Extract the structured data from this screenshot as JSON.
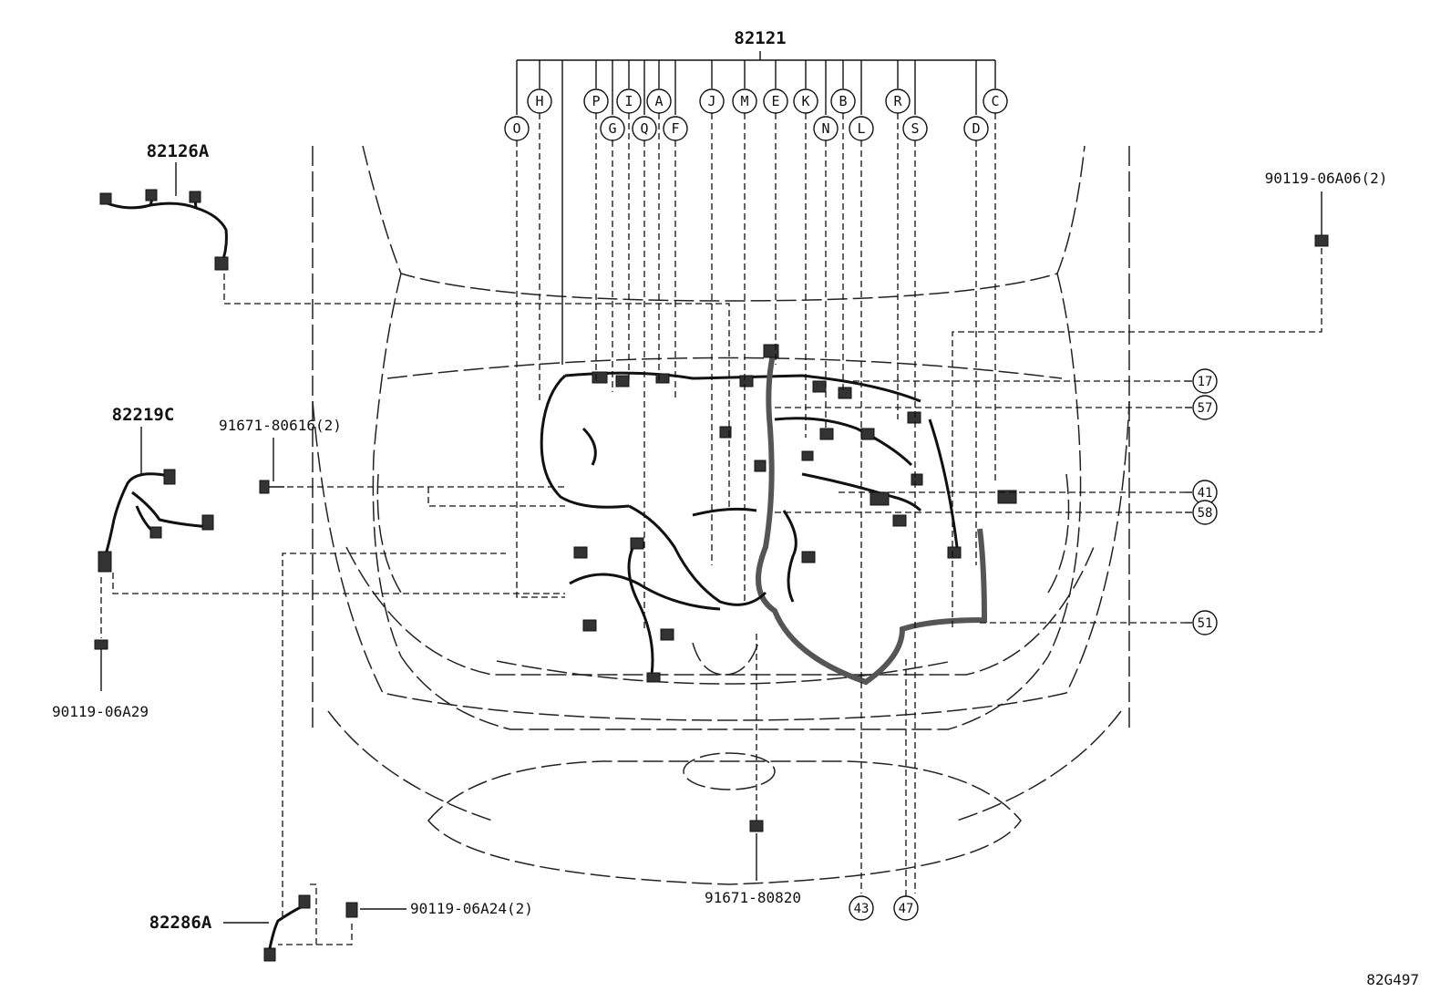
{
  "main_harness": {
    "part_no": "82121",
    "connectors_top": [
      "H",
      "P",
      "I",
      "A",
      "J",
      "M",
      "E",
      "K",
      "B",
      "R",
      "C"
    ],
    "connectors_bottom": [
      "O",
      "G",
      "Q",
      "F",
      "N",
      "L",
      "S",
      "D"
    ]
  },
  "parts": {
    "p82126A": "82126A",
    "p82219C": "82219C",
    "p82286A": "82286A",
    "b90119_06A06": "90119-06A06(2)",
    "b91671_80616": "91671-80616(2)",
    "b90119_06A29": "90119-06A29",
    "b91671_80820": "91671-80820",
    "b90119_06A24": "90119-06A24(2)"
  },
  "callouts": {
    "c17": "17",
    "c57": "57",
    "c41": "41",
    "c58": "58",
    "c51": "51",
    "c43": "43",
    "c47": "47"
  },
  "diagram_code": "82G497"
}
